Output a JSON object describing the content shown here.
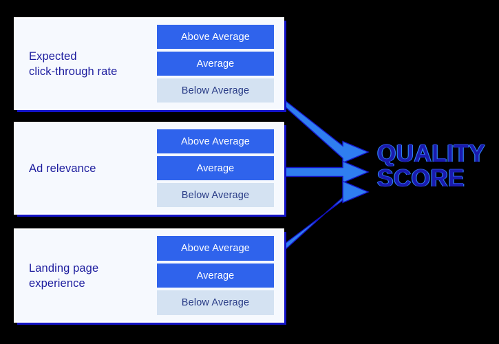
{
  "background_color": "#000000",
  "theme": {
    "card_background": "#f6f9fe",
    "card_border": "#ffffff",
    "card_shadow": "#1414c8",
    "active_level_bg": "#2f63ec",
    "active_level_text": "#ffffff",
    "inactive_level_bg": "#d4e2f2",
    "inactive_level_text": "#283b86",
    "label_text": "#1c1c9e",
    "arrow_fill": "#2f7ef0",
    "arrow_stroke": "#1414c8",
    "headline_text": "#1a1aae"
  },
  "factors": [
    {
      "id": "expected-click-through-rate",
      "label": "Expected\nclick-through rate",
      "levels": [
        {
          "label": "Above Average",
          "state": "active"
        },
        {
          "label": "Average",
          "state": "active"
        },
        {
          "label": "Below Average",
          "state": "inactive"
        }
      ]
    },
    {
      "id": "ad-relevance",
      "label": "Ad relevance",
      "levels": [
        {
          "label": "Above Average",
          "state": "active"
        },
        {
          "label": "Average",
          "state": "active"
        },
        {
          "label": "Below Average",
          "state": "inactive"
        }
      ]
    },
    {
      "id": "landing-page-experience",
      "label": "Landing page\nexperience",
      "levels": [
        {
          "label": "Above Average",
          "state": "active"
        },
        {
          "label": "Average",
          "state": "active"
        },
        {
          "label": "Below Average",
          "state": "inactive"
        }
      ]
    }
  ],
  "result": {
    "headline": "QUALITY\nSCORE"
  },
  "arrows": [
    {
      "id": "arrow-from-expected-ctr",
      "from": "expected-click-through-rate",
      "to": "quality-score"
    },
    {
      "id": "arrow-from-ad-relevance",
      "from": "ad-relevance",
      "to": "quality-score"
    },
    {
      "id": "arrow-from-landing-page",
      "from": "landing-page-experience",
      "to": "quality-score"
    }
  ]
}
